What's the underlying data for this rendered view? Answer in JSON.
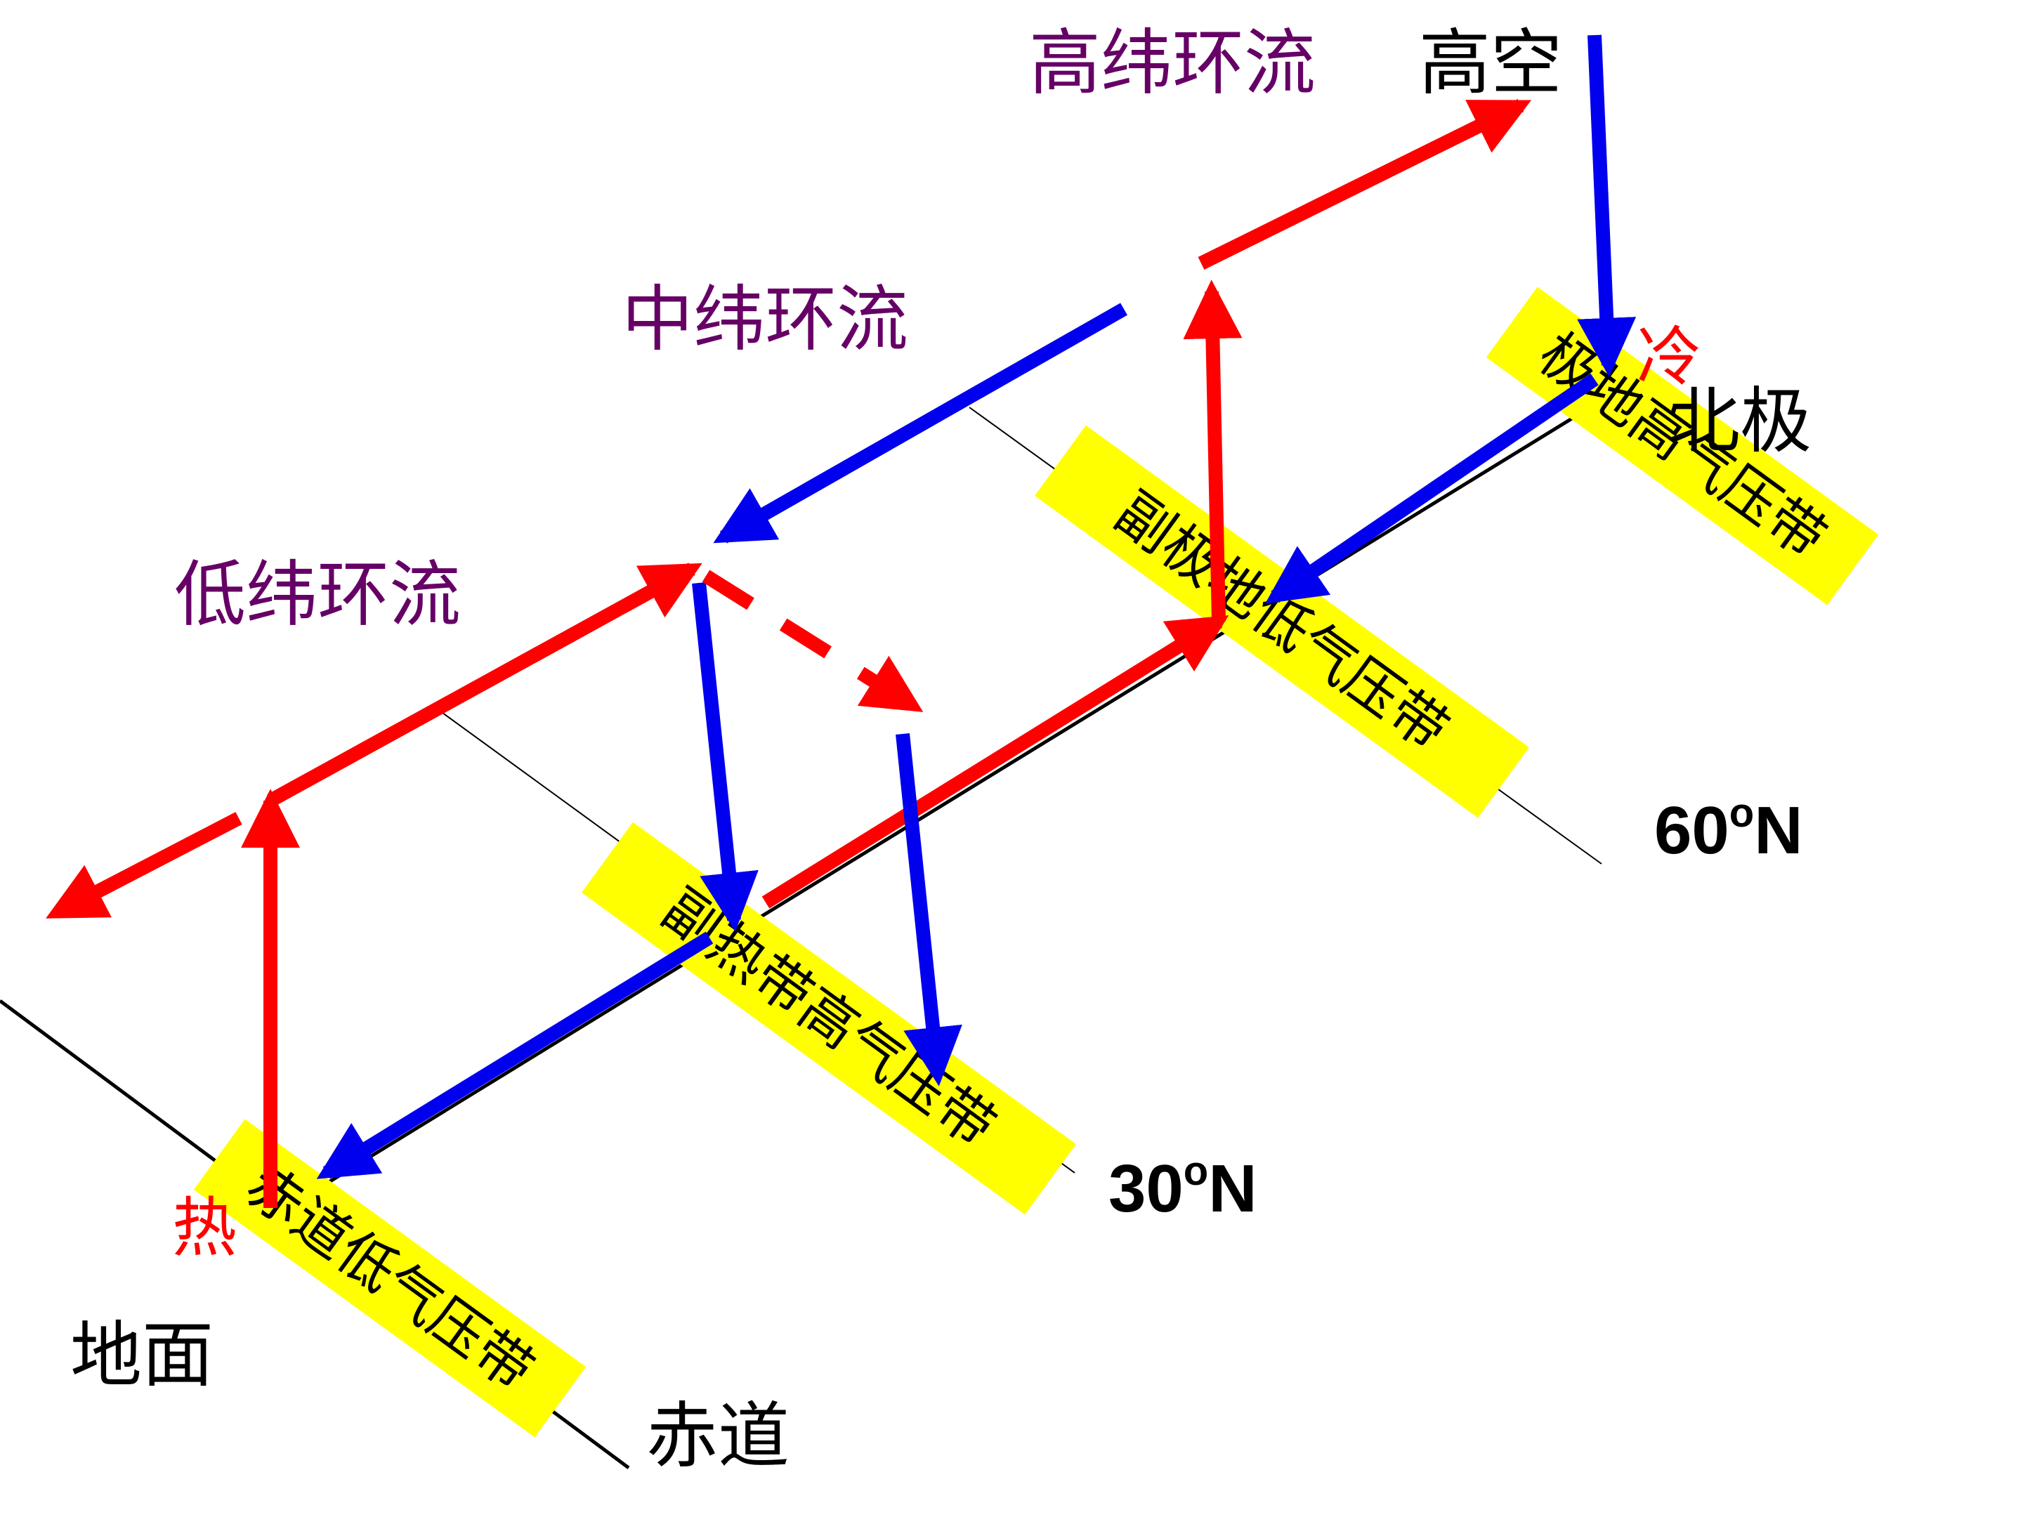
{
  "colors": {
    "warm_flow": "#ff0000",
    "cold_flow": "#0000ee",
    "circulation_label": "#660066",
    "belt_highlight": "#ffff00",
    "text": "#000000"
  },
  "labels": {
    "high_lat_circulation": "高纬环流",
    "mid_lat_circulation": "中纬环流",
    "low_lat_circulation": "低纬环流",
    "upper_air": "高空",
    "ground": "地面",
    "equator": "赤道",
    "north_pole": "北极",
    "cold": "冷",
    "hot": "热",
    "lat_60": "60",
    "lat_30": "30",
    "degree_mark": "o",
    "north_letter": "N"
  },
  "belts": {
    "polar_high": "极地高气压带",
    "subpolar_low": "副极地低气压带",
    "subtropical_high": "副热带高气压带",
    "equatorial_low": "赤道低气压带"
  }
}
